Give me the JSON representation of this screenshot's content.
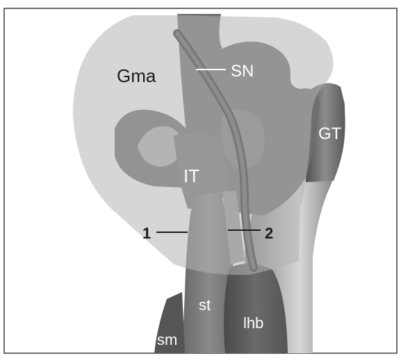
{
  "labels": {
    "gma": "Gma",
    "sn": "SN",
    "gt": "GT",
    "it": "IT",
    "st": "st",
    "lhb": "lhb",
    "sm": "sm",
    "one": "1",
    "two": "2"
  },
  "colors": {
    "background": "#ffffff",
    "frame": "#3a3a3a",
    "gluteal_overlay": "#b4b4b4",
    "bone_dark": "#5f5f5f",
    "bone_mid": "#8a8a8a",
    "nerve": "#3e3e3e",
    "label_dark": "#1a1a1a",
    "label_light": "#ffffff"
  }
}
